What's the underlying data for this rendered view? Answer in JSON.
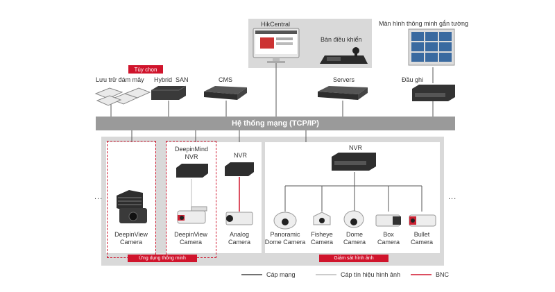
{
  "top": {
    "hikcentral": "HikCentral",
    "control": "Bàn điều khiển",
    "wall_display": "Màn hình thông minh gắn tường"
  },
  "optional_tag": "Tùy chọn",
  "devices": {
    "cloud": "Lưu trữ đám mây",
    "hybrid_san": "Hybrid  SAN",
    "cms": "CMS",
    "servers": "Servers",
    "decoder": "Đầu ghi"
  },
  "network_bar": "Hệ thống mạng (TCP/IP)",
  "nvr_small": "NVR",
  "nvr_large": "NVR",
  "deepmind_nvr_line1": "DeepinMind",
  "deepmind_nvr_line2": "NVR",
  "cameras": {
    "deepview1": [
      "DeepinView",
      "Camera"
    ],
    "deepview2": [
      "DeepinView",
      "Camera"
    ],
    "analog": [
      "Analog",
      "Camera"
    ],
    "panoramic": [
      "Panoramic",
      "Dome Camera"
    ],
    "fisheye": [
      "Fisheye",
      "Camera"
    ],
    "dome": [
      "Dome",
      "Camera"
    ],
    "box": [
      "Box",
      "Camera"
    ],
    "bullet": [
      "Bullet",
      "Camera"
    ]
  },
  "tags": {
    "smart_app": "Ứng dụng thông minh",
    "video_surv": "Giám sát hình ảnh"
  },
  "ellipsis_left": "...",
  "ellipsis_right": "...",
  "legend": {
    "network_cable": "Cáp mạng",
    "video_cable": "Cáp tín hiệu hình ảnh",
    "bnc": "BNC"
  },
  "colors": {
    "accent_red": "#d0142c",
    "bar_gray": "#9a9a9a",
    "panel_gray": "#d9d9d9"
  }
}
